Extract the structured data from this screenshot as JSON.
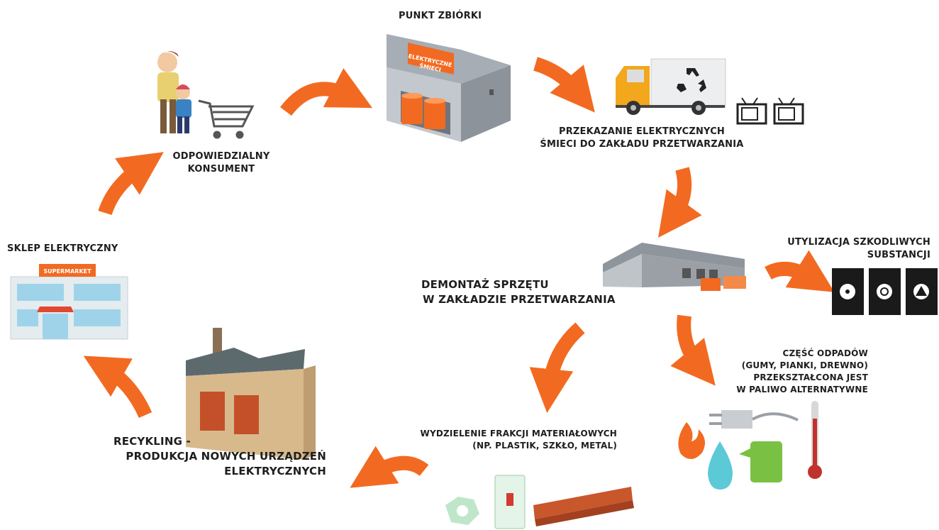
{
  "colors": {
    "accent": "#f26a21",
    "dark": "#1e1e1e",
    "gray": "#8f959c"
  },
  "nodes": {
    "collection_point": {
      "label": "PUNKT ZBIÓRKI",
      "sign_line1": "ELEKTRYCZNE",
      "sign_line2": "ŚMIECI"
    },
    "transport": {
      "line1": "PRZEKAZANIE ELEKTRYCZNYCH",
      "line2": "ŚMIECI DO ZAKŁADU PRZETWARZANIA"
    },
    "harmful": {
      "line1": "UTYLIZACJA SZKODLIWYCH",
      "line2": "SUBSTANCJI"
    },
    "dismantling": {
      "line1": "DEMONTAŻ SPRZĘTU",
      "line2": "W ZAKŁADZIE PRZETWARZANIA"
    },
    "fuel": {
      "line1": "CZĘŚĆ ODPADÓW",
      "line2": "(GUMY, PIANKI, DREWNO)",
      "line3": "PRZEKSZTAŁCONA JEST",
      "line4": "W PALIWO ALTERNATYWNE"
    },
    "separation": {
      "line1": "WYDZIELENIE FRAKCJI MATERIAŁOWYCH",
      "line2": "(NP. PLASTIK, SZKŁO, METAL)"
    },
    "recycling": {
      "line1": "RECYKLING -",
      "line2": "PRODUKCJA NOWYCH URZĄDZEŃ",
      "line3": "ELEKTRYCZNYCH"
    },
    "shop": {
      "label": "SKLEP ELEKTRYCZNY",
      "sign": "SUPERMARKET"
    },
    "consumer": {
      "line1": "ODPOWIEDZIALNY",
      "line2": "KONSUMENT"
    }
  },
  "icons": [
    "consumer-family-icon",
    "shopping-cart-icon",
    "collection-building-icon",
    "bin-icon",
    "truck-icon",
    "recycle-icon",
    "tv-icon",
    "plant-building-icon",
    "box-icon",
    "barrel-icon",
    "radiation-icon",
    "biohazard-icon",
    "warning-icon",
    "fire-icon",
    "water-drop-icon",
    "plug-icon",
    "canister-icon",
    "thermometer-icon",
    "nut-icon",
    "circuit-breaker-icon",
    "steel-beam-icon",
    "factory-icon",
    "supermarket-icon"
  ]
}
